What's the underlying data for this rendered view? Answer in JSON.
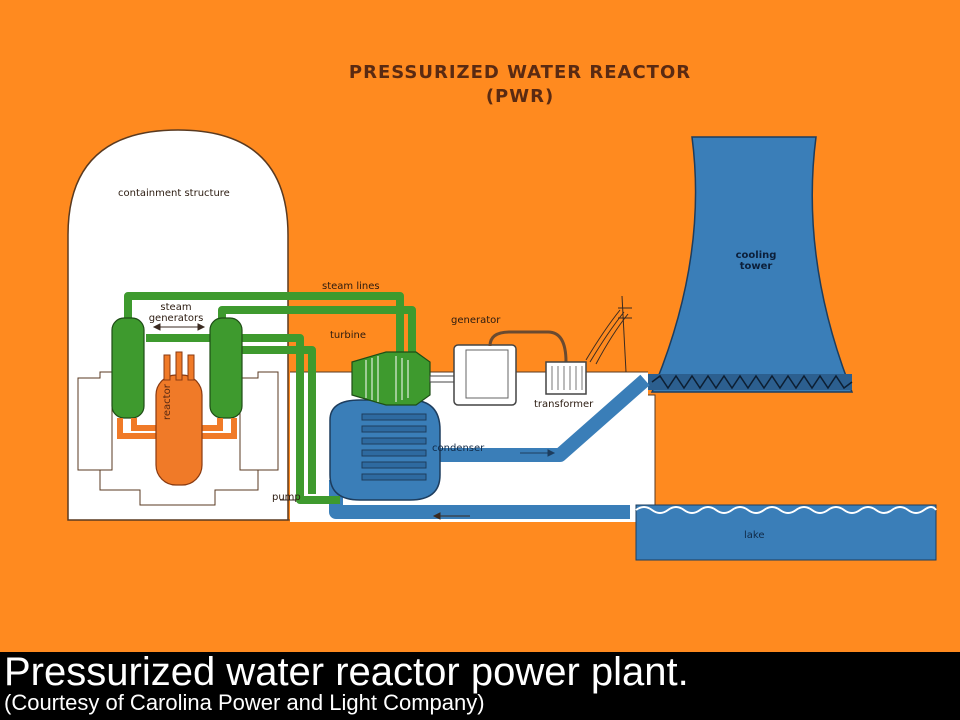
{
  "title": {
    "line1": "PRESSURIZED WATER REACTOR",
    "line2": "(PWR)"
  },
  "labels": {
    "containment_structure": "containment structure",
    "steam_lines": "steam lines",
    "steam_generators": "steam generators",
    "turbine": "turbine",
    "generator": "generator",
    "transformer": "transformer",
    "condenser": "condenser",
    "pump": "pump",
    "reactor": "reactor",
    "cooling_tower": "cooling tower",
    "lake": "lake"
  },
  "caption": {
    "main": "Pressurized water reactor power plant.",
    "sub": "(Courtesy of Carolina Power and Light Company)"
  },
  "colors": {
    "background": "#FF8A1F",
    "water": "#3A7EB8",
    "steam_loop": "#3E9A2E",
    "primary_loop": "#F07A28",
    "structure": "#FFFFFF",
    "caption_bg": "#000000",
    "caption_text": "#FFFFFF"
  }
}
